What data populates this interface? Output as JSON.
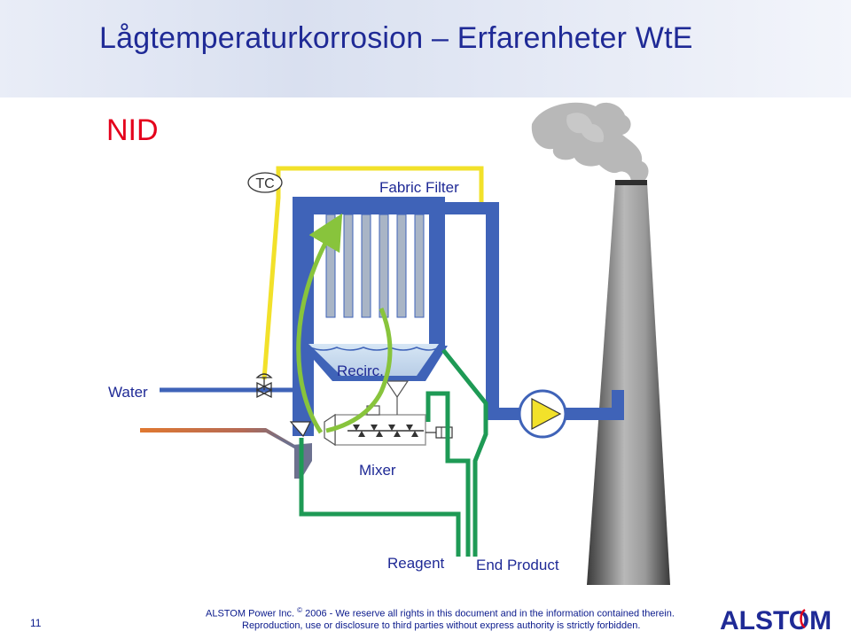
{
  "slide": {
    "title": "Lågtemperaturkorrosion – Erfarenheter WtE",
    "subtitle": "NID",
    "page_number": "11"
  },
  "diagram": {
    "labels": {
      "tc": "TC",
      "fabric_filter": "Fabric Filter",
      "water": "Water",
      "recirc": "Recirc.",
      "mixer": "Mixer",
      "reagent": "Reagent",
      "end_product": "End Product"
    },
    "colors": {
      "flue_duct": "#3f63b8",
      "control_line": "#f2e12a",
      "recirculation": "#88c43c",
      "reagent_line": "#1e9a55",
      "inlet_gas": "#e07830"
    }
  },
  "footer": {
    "copyright_prefix": "ALSTOM Power Inc.",
    "copyright_symbol": "©",
    "copyright_suffix": " 2006 - We reserve all rights in this document and in the information contained therein.",
    "reproduction": "Reproduction, use or disclosure to third parties without express authority is strictly forbidden.",
    "logo": "ALSTOM"
  }
}
